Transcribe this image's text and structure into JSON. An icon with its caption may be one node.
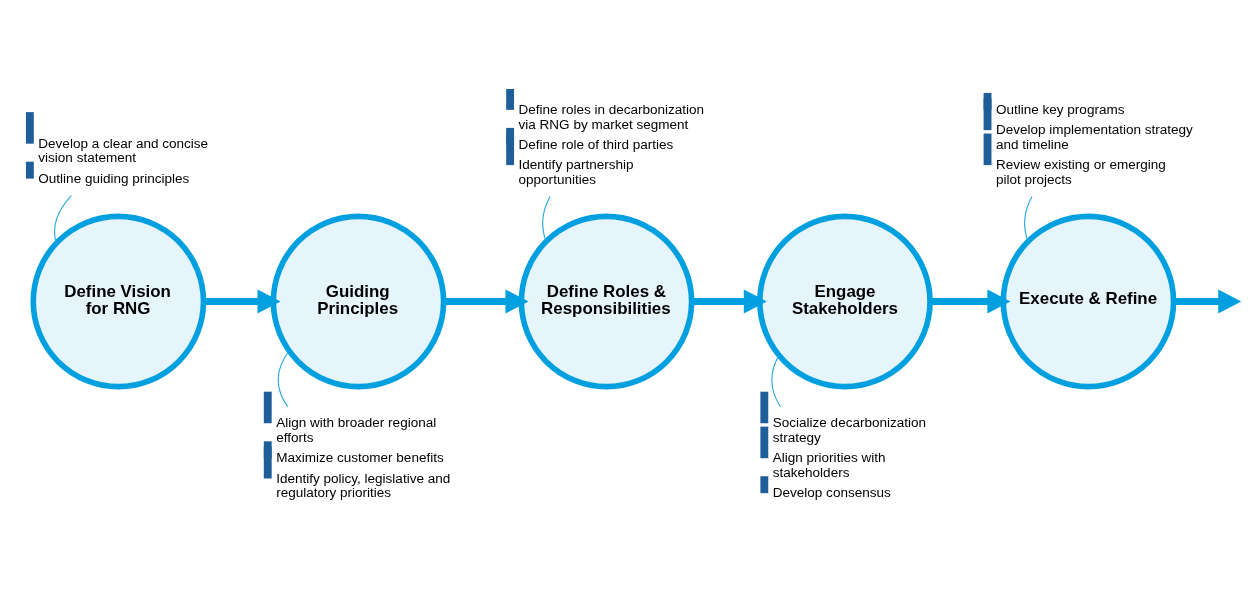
{
  "diagram": {
    "nodes": [
      {
        "text": [
          "Define Vision for RNG"
        ]
      },
      {
        "text": [
          "Guiding Principles"
        ]
      },
      {
        "text": [
          "Define Roles & Responsibilities"
        ]
      },
      {
        "text": [
          "Engage Stakeholders"
        ]
      },
      {
        "text": [
          "Execute & Refine"
        ]
      },
      {
        "text": [
          "Develop a clear and concise vision statement",
          "Outline guiding principles"
        ]
      },
      {
        "text": [
          "Align with broader regional efforts",
          "Maximize customer benefits",
          "Identify policy, legislative and regulatory priorities"
        ]
      },
      {
        "text": [
          "Define roles in decarbonization via RNG by market segment",
          "Define role of third parties",
          "Identify partnership opportunities"
        ]
      },
      {
        "text": [
          "Socialize decarbonization strategy",
          "Align priorities with stakeholders",
          "Develop consensus"
        ]
      },
      {
        "text": [
          "Outline key programs",
          "Develop implementation strategy and timeline",
          "Review existing or emerging pilot projects"
        ]
      }
    ],
    "edges": [
      {
        "from": 0,
        "to": 1,
        "arrow": "to",
        "style": "thick"
      },
      {
        "from": 1,
        "to": 2,
        "arrow": "to",
        "style": "thick"
      },
      {
        "from": 2,
        "to": 3,
        "arrow": "to",
        "style": "thick"
      },
      {
        "from": 3,
        "to": 4,
        "arrow": "to",
        "style": "thick"
      },
      {
        "from": 4,
        "to": null,
        "arrow": "to",
        "style": "thick"
      },
      {
        "from": 5,
        "to": 0,
        "arrow": "none"
      },
      {
        "from": 6,
        "to": 1,
        "arrow": "none"
      },
      {
        "from": 7,
        "to": 2,
        "arrow": "none"
      },
      {
        "from": 8,
        "to": 3,
        "arrow": "none"
      },
      {
        "from": 9,
        "to": 4,
        "arrow": "none"
      }
    ]
  }
}
